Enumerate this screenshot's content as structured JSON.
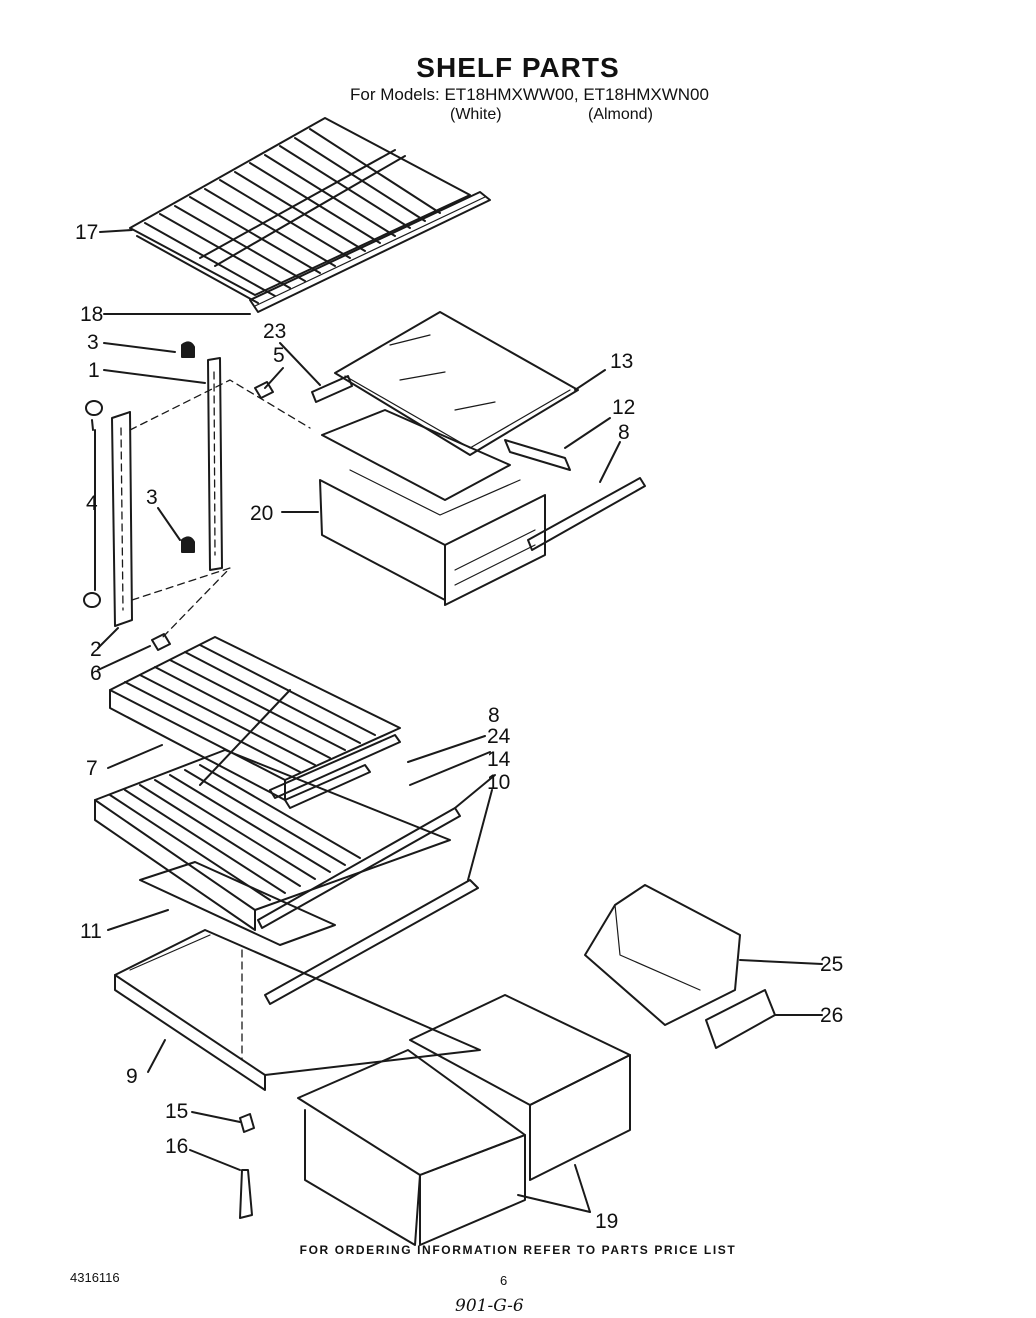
{
  "header": {
    "title": "SHELF PARTS",
    "models_line": "For Models: ET18HMXWW00, ET18HMXWN00",
    "variant_white": "(White)",
    "variant_almond": "(Almond)"
  },
  "callouts": [
    "17",
    "18",
    "3",
    "23",
    "5",
    "1",
    "13",
    "12",
    "8",
    "4",
    "3",
    "20",
    "2",
    "6",
    "8",
    "24",
    "7",
    "14",
    "10",
    "11",
    "25",
    "9",
    "26",
    "15",
    "16",
    "19"
  ],
  "footer": {
    "ordering_note": "FOR ORDERING INFORMATION REFER TO PARTS PRICE LIST",
    "doc_number": "4316116",
    "page_number": "6",
    "handwritten": "901-G-6"
  }
}
